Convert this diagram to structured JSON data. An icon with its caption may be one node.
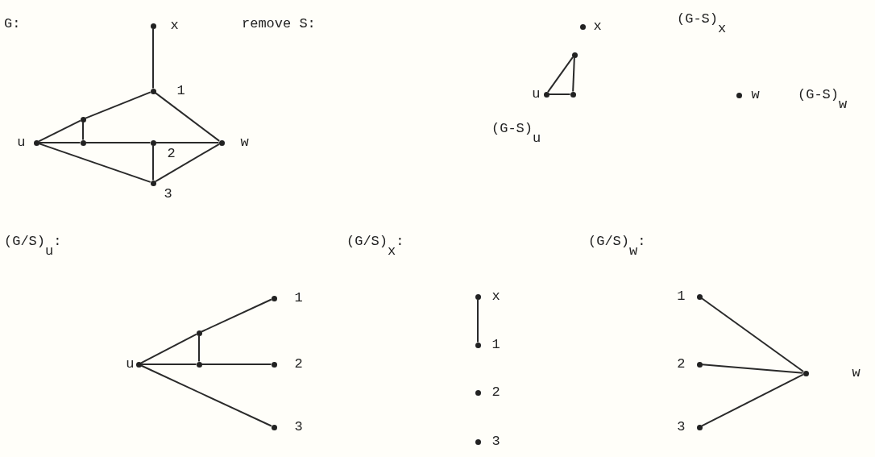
{
  "diagram": {
    "nodes": [
      {
        "text": [
          "x"
        ]
      },
      {
        "text": [
          "1"
        ]
      },
      {
        "text": [
          "u"
        ]
      },
      {
        "text": [],
        "shape": "circle"
      },
      {
        "text": [],
        "shape": "circle"
      },
      {
        "text": [
          "2"
        ]
      },
      {
        "text": [
          "w"
        ]
      },
      {
        "text": [
          "3"
        ]
      },
      {
        "text": [
          "x"
        ]
      },
      {
        "text": [],
        "shape": "circle"
      },
      {
        "text": [
          "u"
        ]
      },
      {
        "text": [],
        "shape": "circle"
      },
      {
        "text": [
          "w"
        ]
      },
      {
        "text": [
          "1"
        ]
      },
      {
        "text": [],
        "shape": "circle"
      },
      {
        "text": [
          "u"
        ]
      },
      {
        "text": [],
        "shape": "circle"
      },
      {
        "text": [
          "2"
        ]
      },
      {
        "text": [
          "3"
        ]
      },
      {
        "text": [
          "x"
        ]
      },
      {
        "text": [
          "1"
        ]
      },
      {
        "text": [
          "2"
        ]
      },
      {
        "text": [
          "3"
        ]
      },
      {
        "text": [
          "1"
        ]
      },
      {
        "text": [
          "2"
        ]
      },
      {
        "text": [
          "w"
        ]
      },
      {
        "text": [
          "3"
        ]
      }
    ],
    "edges": [
      {
        "from": 0,
        "to": 1,
        "arrow": "none"
      },
      {
        "from": 1,
        "to": 3,
        "arrow": "none"
      },
      {
        "from": 3,
        "to": 2,
        "arrow": "none"
      },
      {
        "from": 3,
        "to": 4,
        "arrow": "none"
      },
      {
        "from": 2,
        "to": 4,
        "arrow": "none"
      },
      {
        "from": 4,
        "to": 5,
        "arrow": "none"
      },
      {
        "from": 5,
        "to": 6,
        "arrow": "none"
      },
      {
        "from": 1,
        "to": 6,
        "arrow": "none"
      },
      {
        "from": 2,
        "to": 7,
        "arrow": "none"
      },
      {
        "from": 5,
        "to": 7,
        "arrow": "none"
      },
      {
        "from": 7,
        "to": 6,
        "arrow": "none"
      },
      {
        "from": 10,
        "to": 9,
        "arrow": "none"
      },
      {
        "from": 9,
        "to": 11,
        "arrow": "none"
      },
      {
        "from": 11,
        "to": 10,
        "arrow": "none"
      },
      {
        "from": 15,
        "to": 14,
        "arrow": "none"
      },
      {
        "from": 14,
        "to": 13,
        "arrow": "none"
      },
      {
        "from": 14,
        "to": 16,
        "arrow": "none"
      },
      {
        "from": 15,
        "to": 16,
        "arrow": "none"
      },
      {
        "from": 16,
        "to": 17,
        "arrow": "none"
      },
      {
        "from": 15,
        "to": 18,
        "arrow": "none"
      },
      {
        "from": 19,
        "to": 20,
        "arrow": "none"
      },
      {
        "from": 23,
        "to": 25,
        "arrow": "none"
      },
      {
        "from": 24,
        "to": 25,
        "arrow": "none"
      },
      {
        "from": 26,
        "to": 25,
        "arrow": "none"
      }
    ],
    "labels": [
      "G:",
      "remove S:",
      "(G-S)$_{x}$",
      "(G-S)$_{u}$",
      "(G-S)$_{w}$",
      "(G/S)$_{u}$:",
      "(G/S)$_{x}$:",
      "(G/S)$_{w}$:"
    ]
  }
}
